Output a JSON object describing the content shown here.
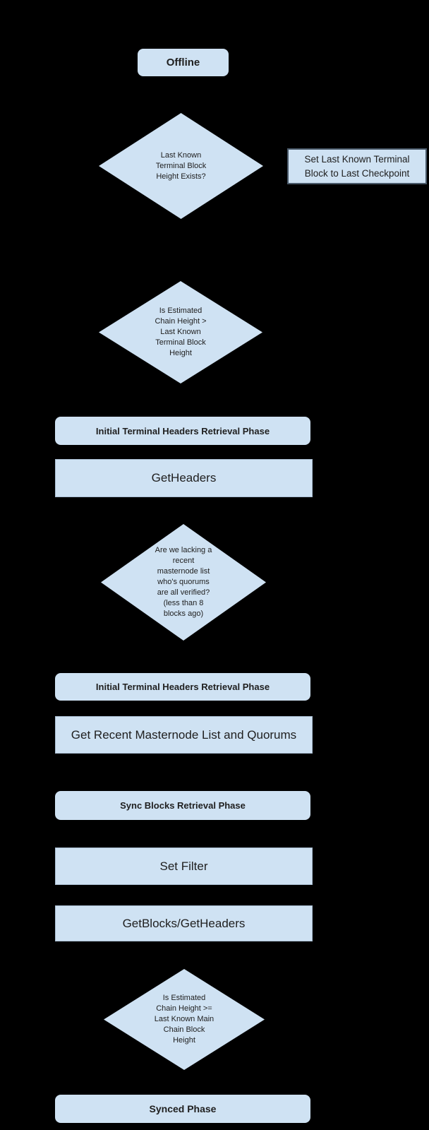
{
  "colors": {
    "background": "#000000",
    "node_fill": "#cfe2f3",
    "text": "#202020",
    "sidebox_border": "#4a5a6a",
    "rect_border": "#a9bdd1"
  },
  "nodes": {
    "offline": {
      "label": "Offline"
    },
    "decision_terminal_height_exists": {
      "label": "Last Known\nTerminal Block\nHeight Exists?"
    },
    "set_last_known_terminal": {
      "label": "Set Last Known Terminal\nBlock to Last Checkpoint"
    },
    "decision_estimated_gt_terminal": {
      "label": "Is Estimated\nChain Height >\nLast Known\nTerminal Block\nHeight"
    },
    "phase_initial_terminal_1": {
      "label": "Initial Terminal Headers Retrieval Phase"
    },
    "get_headers": {
      "label": "GetHeaders"
    },
    "decision_masternode_list": {
      "label": "Are we lacking a\nrecent\nmasternode list\nwho's quorums\nare all verified?\n(less than 8\nblocks ago)"
    },
    "phase_initial_terminal_2": {
      "label": "Initial Terminal Headers Retrieval Phase"
    },
    "get_recent_masternode": {
      "label": "Get Recent Masternode List and Quorums"
    },
    "phase_sync_blocks": {
      "label": "Sync Blocks Retrieval Phase"
    },
    "set_filter": {
      "label": "Set Filter"
    },
    "get_blocks": {
      "label": "GetBlocks/GetHeaders"
    },
    "decision_estimated_gte_main": {
      "label": "Is Estimated\nChain Height >=\nLast Known Main\nChain Block\nHeight"
    },
    "synced_phase": {
      "label": "Synced Phase"
    }
  }
}
